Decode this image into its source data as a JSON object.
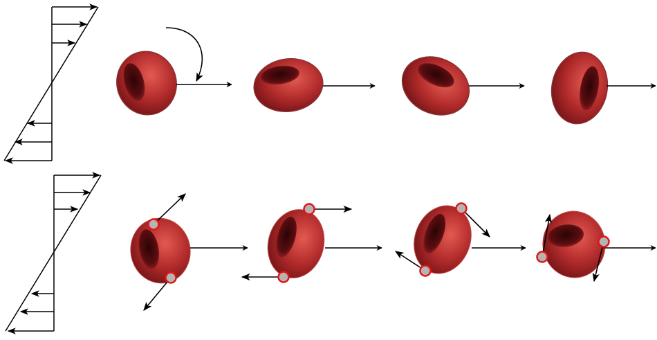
{
  "colors": {
    "background": "#ffffff",
    "arrow": "#000000",
    "cell_edge": "#5a0d10",
    "cell_mid": "#b02a2a",
    "cell_light": "#e35a52",
    "cell_dark": "#3a0608",
    "marker_fill": "#b4b4b4",
    "marker_stroke": "#e01515"
  },
  "icons": {
    "cell": "red-blood-cell-icon",
    "marker": "membrane-point-marker-icon",
    "flow": "flow-direction-arrow-icon",
    "rotation": "rotation-arrow-icon"
  },
  "rows": [
    {
      "name": "tumbling-row",
      "cell_count": 4,
      "markers_per_cell": 0
    },
    {
      "name": "tank-treading-row",
      "cell_count": 4,
      "markers_per_cell": 2
    }
  ]
}
